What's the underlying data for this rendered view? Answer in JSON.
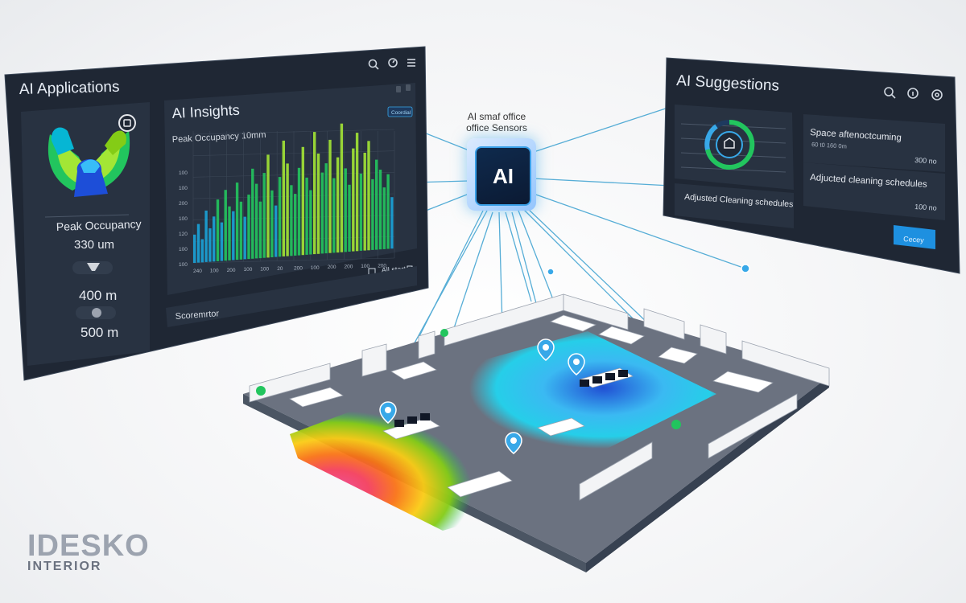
{
  "left_panel": {
    "title": "AI Applications",
    "card": {
      "label": "Peak Occupancy",
      "values": [
        "330 um",
        "400 m",
        "500 m"
      ]
    },
    "insights": {
      "title": "AI Insights",
      "subtitle": "Peak Occupancy 10mm",
      "badge": "Coordial",
      "footer_right": "All start",
      "y_ticks": [
        "100",
        "100",
        "200",
        "100",
        "120",
        "100",
        "100"
      ],
      "x_ticks": [
        "240",
        "100",
        "200",
        "100",
        "100",
        "20",
        "200",
        "100",
        "200",
        "200",
        "100",
        "200"
      ]
    },
    "bottom_label": "Scoremrtor"
  },
  "center": {
    "caption_line1": "AI smaf office",
    "caption_line2": "office Sensors",
    "chip_label": "AI"
  },
  "right_panel": {
    "title": "AI Suggestions",
    "cards": [
      {
        "title": "Space aftenoctcuming",
        "sub": "60 t0 160 0m",
        "value": "300 no"
      },
      {
        "title": "Adjucted cleaning schedules",
        "sub": "",
        "value": "100 no"
      }
    ],
    "left_bottom_label": "Adjusted Cleaning schedules",
    "button_label": "Cecey"
  },
  "logo": {
    "brand": "IDESKO",
    "sub": "INTERIOR"
  },
  "chart_data": {
    "type": "bar",
    "title": "Peak Occupancy 10mm",
    "y_tick_labels": [
      "100",
      "100",
      "200",
      "100",
      "120",
      "100",
      "100"
    ],
    "x_tick_labels": [
      "240",
      "100",
      "200",
      "100",
      "100",
      "20",
      "200",
      "100",
      "200",
      "200",
      "100",
      "200"
    ],
    "values": [
      22,
      30,
      18,
      40,
      26,
      35,
      48,
      30,
      55,
      42,
      38,
      60,
      45,
      33,
      50,
      70,
      58,
      44,
      66,
      80,
      52,
      40,
      62,
      90,
      72,
      55,
      48,
      68,
      84,
      60,
      50,
      95,
      78,
      63,
      70,
      88,
      58,
      74,
      100,
      65,
      52,
      80,
      92,
      60,
      76,
      85,
      55,
      70,
      62,
      48,
      58,
      40
    ],
    "grid": true,
    "colors": [
      "#1aa3d9",
      "#22c55e",
      "#a3e635"
    ]
  },
  "colors": {
    "panel": "#1f2734",
    "panel_inner": "#283241",
    "accent": "#38a8e8",
    "line": "#3aa0d0"
  }
}
